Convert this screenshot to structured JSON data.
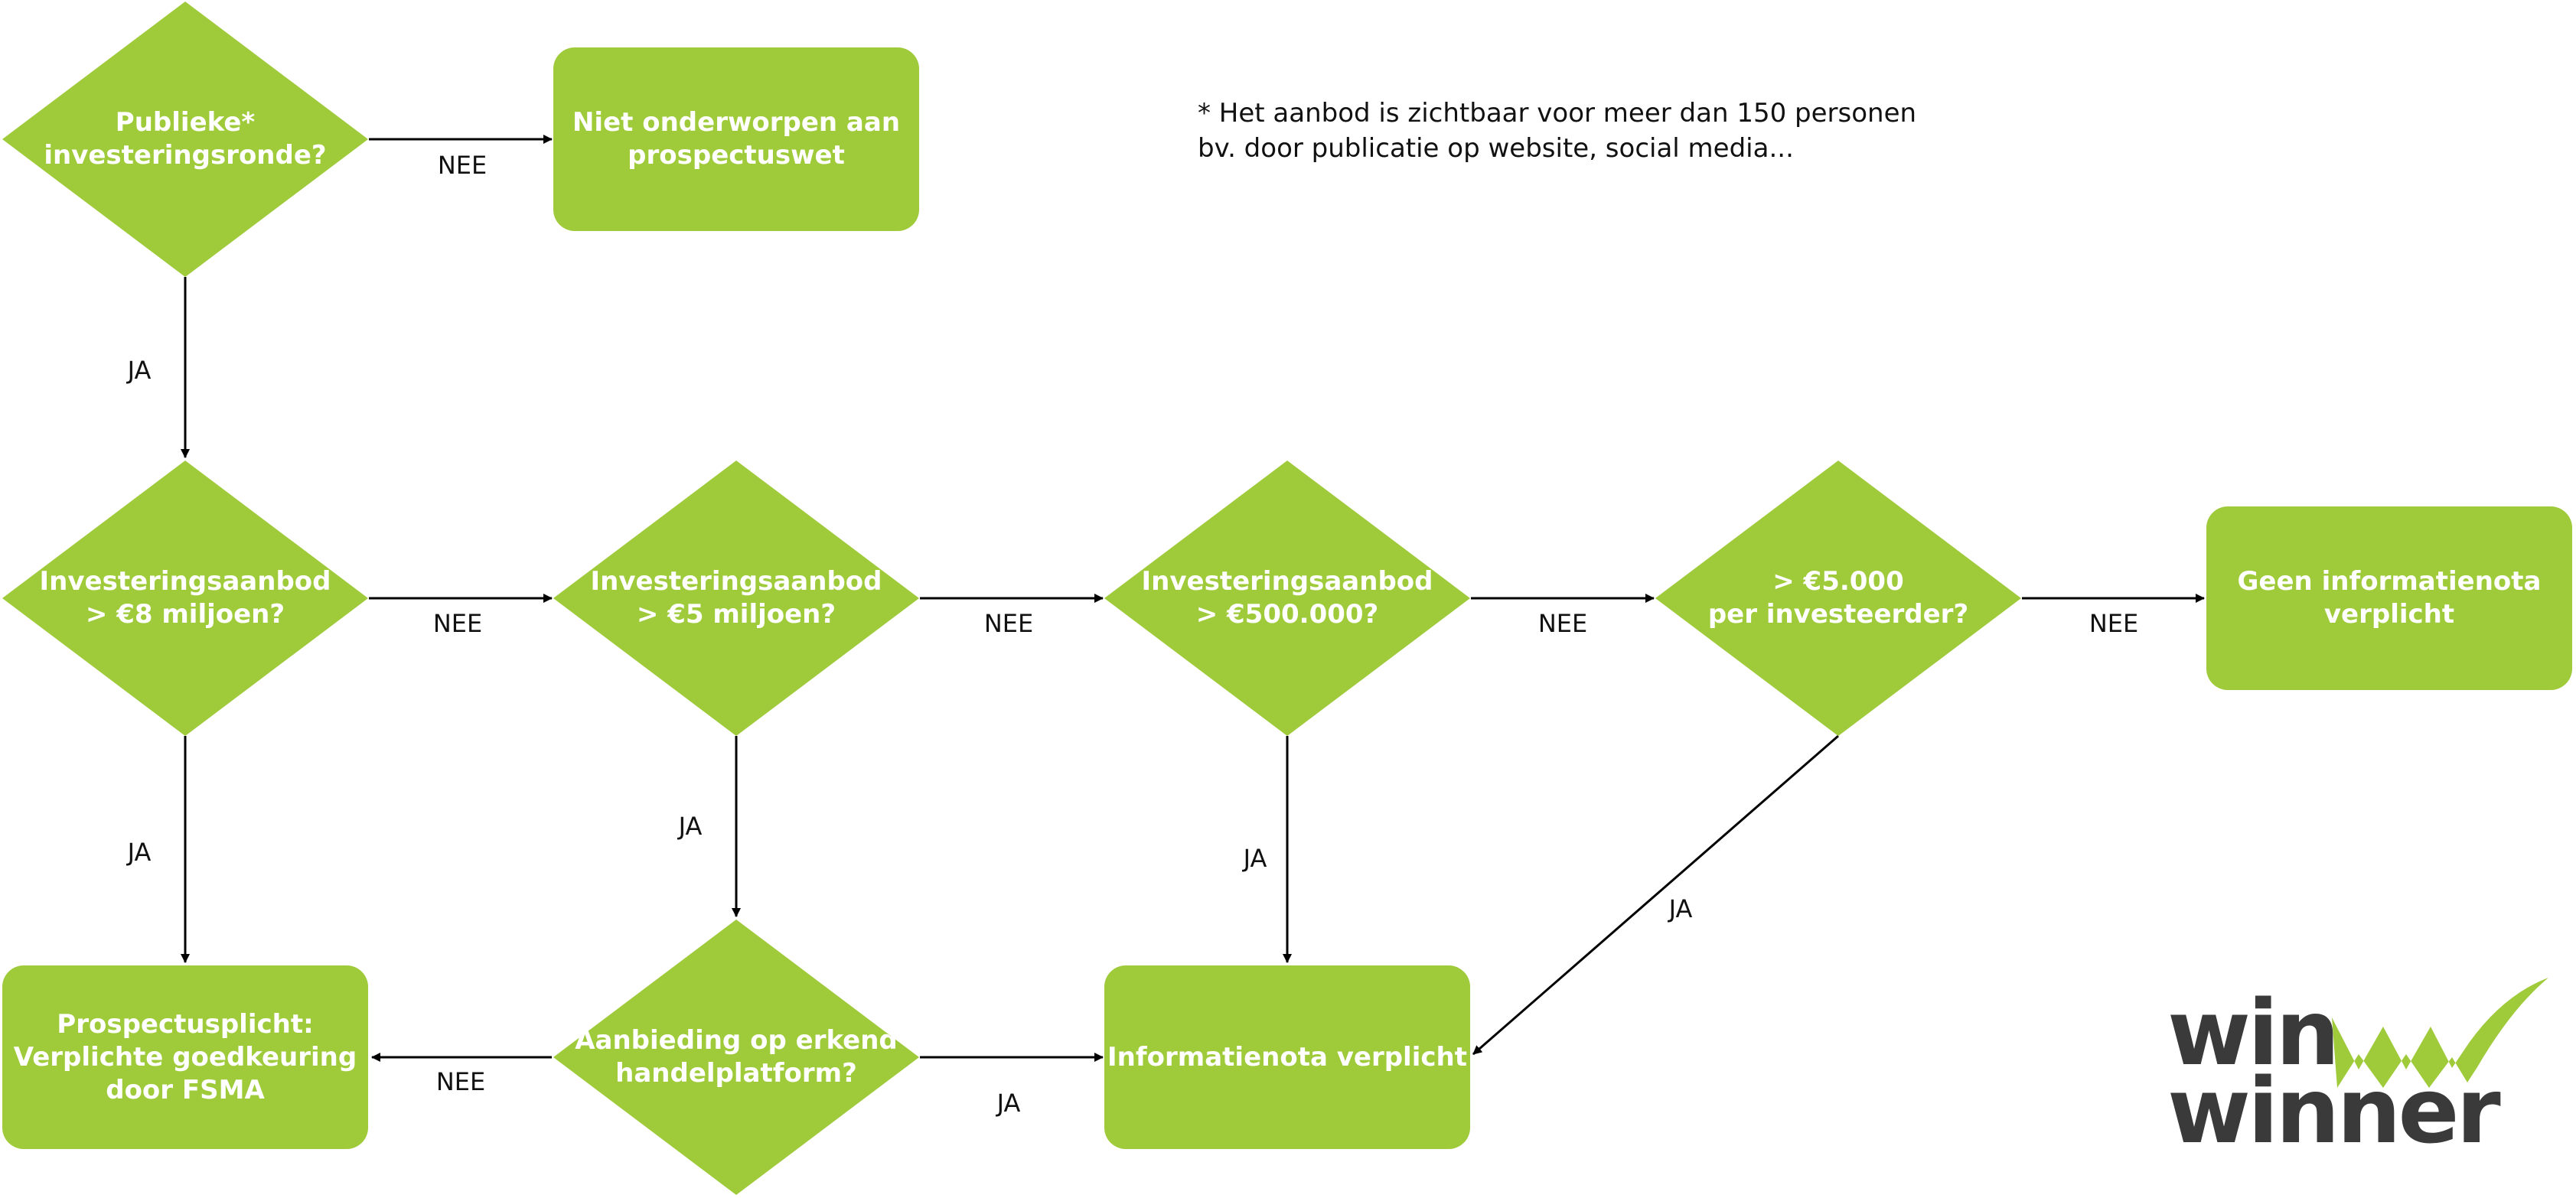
{
  "colors": {
    "shape_fill": "#9fcb3b",
    "line": "#000000",
    "logo_text": "#3a3a3a",
    "logo_swoosh": "#9fcb3b"
  },
  "note": {
    "line1": "* Het aanbod is zichtbaar voor meer dan 150 personen",
    "line2": "bv. door publicatie op website, social media..."
  },
  "nodes": [
    {
      "id": "publieke",
      "shape": "diamond",
      "text": "Publieke*\ninvesteringsronde?"
    },
    {
      "id": "niet",
      "shape": "box",
      "text": "Niet onderworpen aan\nprospectuswet"
    },
    {
      "id": "d8m",
      "shape": "diamond",
      "text": "Investeringsaanbod\n> €8 miljoen?"
    },
    {
      "id": "d5m",
      "shape": "diamond",
      "text": "Investeringsaanbod\n> €5 miljoen?"
    },
    {
      "id": "d500k",
      "shape": "diamond",
      "text": "Investeringsaanbod\n> €500.000?"
    },
    {
      "id": "d5k",
      "shape": "diamond",
      "text": "> €5.000\nper investeerder?"
    },
    {
      "id": "geen",
      "shape": "box",
      "text": "Geen informatienota\nverplicht"
    },
    {
      "id": "prospectus",
      "shape": "box",
      "text": "Prospectusplicht:\nVerplichte goedkeuring\ndoor FSMA"
    },
    {
      "id": "aanbieding",
      "shape": "diamond",
      "text": "Aanbieding op erkend\nhandelplatform?"
    },
    {
      "id": "info",
      "shape": "box",
      "text": "Informatienota verplicht"
    }
  ],
  "edges": [
    {
      "from": "publieke",
      "to": "niet",
      "label": "NEE"
    },
    {
      "from": "publieke",
      "to": "d8m",
      "label": "JA"
    },
    {
      "from": "d8m",
      "to": "d5m",
      "label": "NEE"
    },
    {
      "from": "d5m",
      "to": "d500k",
      "label": "NEE"
    },
    {
      "from": "d500k",
      "to": "d5k",
      "label": "NEE"
    },
    {
      "from": "d5k",
      "to": "geen",
      "label": "NEE"
    },
    {
      "from": "d8m",
      "to": "prospectus",
      "label": "JA"
    },
    {
      "from": "d5m",
      "to": "aanbieding",
      "label": "JA"
    },
    {
      "from": "d500k",
      "to": "info",
      "label": "JA"
    },
    {
      "from": "d5k",
      "to": "info",
      "label": "JA"
    },
    {
      "from": "aanbieding",
      "to": "prospectus",
      "label": "NEE"
    },
    {
      "from": "aanbieding",
      "to": "info",
      "label": "JA"
    }
  ],
  "logo": {
    "line1": "win",
    "line2": "winner"
  }
}
